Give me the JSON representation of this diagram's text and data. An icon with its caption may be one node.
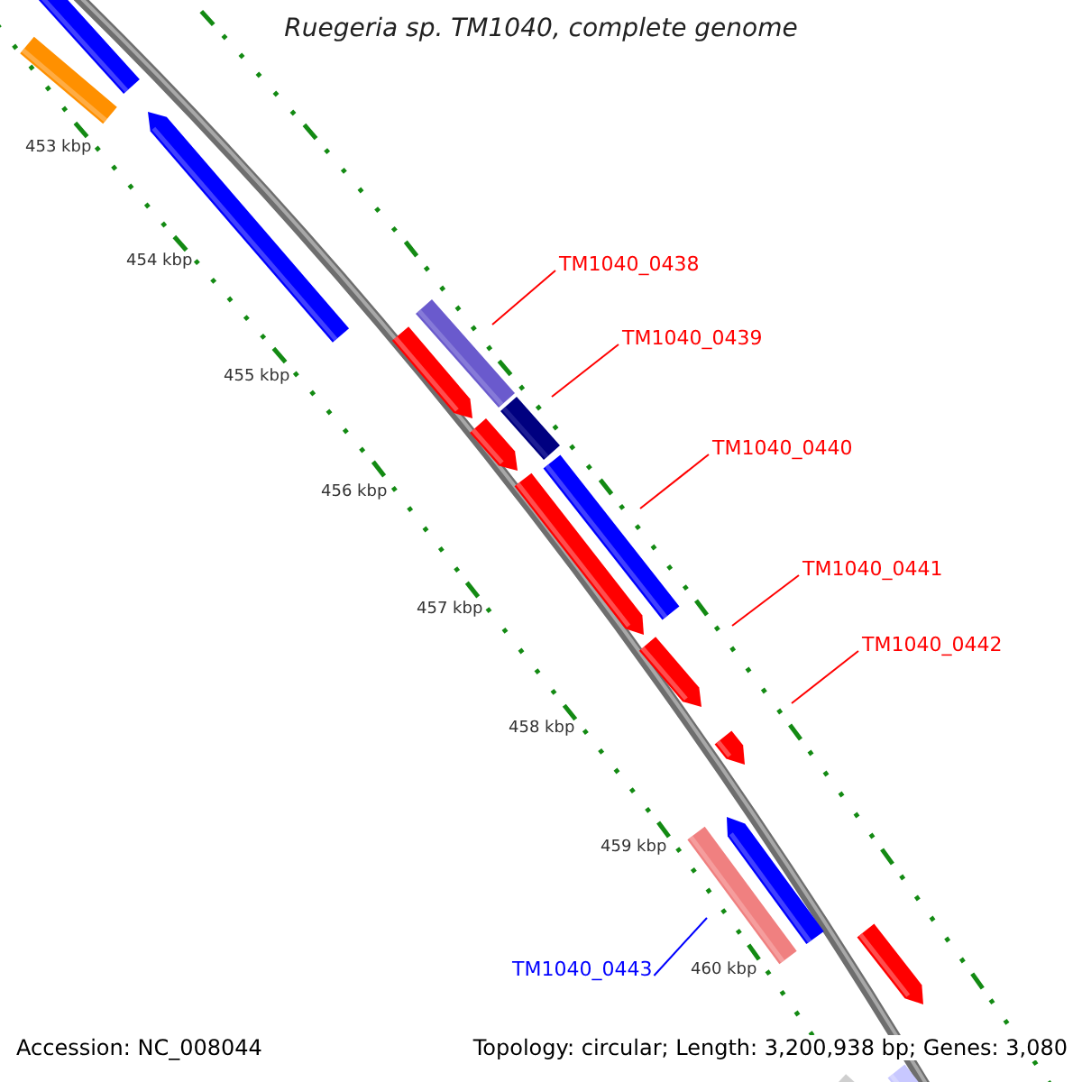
{
  "diagram": {
    "title": "Ruegeria sp. TM1040, complete genome",
    "nodes": [
      {
        "text": [
          "TM1040_0438"
        ]
      },
      {
        "text": [
          "TM1040_0439"
        ]
      },
      {
        "text": [
          "TM1040_0440"
        ]
      },
      {
        "text": [
          "TM1040_0441"
        ]
      },
      {
        "text": [
          "TM1040_0442"
        ]
      },
      {
        "text": [
          "TM1040_0443"
        ]
      }
    ],
    "edges": [
      {
        "from": 0,
        "to": null,
        "arrow": "none"
      },
      {
        "from": 1,
        "to": null,
        "arrow": "none"
      },
      {
        "from": 2,
        "to": null,
        "arrow": "none"
      },
      {
        "from": 3,
        "to": null,
        "arrow": "none"
      },
      {
        "from": 4,
        "to": null,
        "arrow": "none"
      },
      {
        "from": 5,
        "to": null,
        "arrow": "none",
        "color": "#0000ff"
      }
    ],
    "labels": [
      "453 kbp",
      "454 kbp",
      "455 kbp",
      "456 kbp",
      "457 kbp",
      "458 kbp",
      "459 kbp",
      "460 kbp",
      "Accession: NC_008044",
      "Topology: circular; Length: 3,200,938 bp; Genes: 3,080"
    ]
  }
}
